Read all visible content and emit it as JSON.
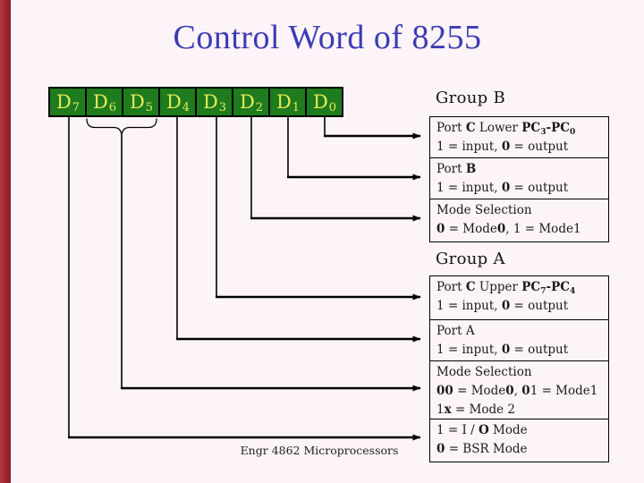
{
  "title": "Control Word of 8255",
  "footer": "Engr 4862 Microprocessors",
  "colors": {
    "background": "#FDF4F9",
    "left_bar": "#9E2430",
    "title_blue": "#3C3CB4",
    "bit_box_green": "#1E7B1E",
    "bit_label_yellow": "#E6EA55",
    "line_black": "#000000"
  },
  "bits": [
    {
      "base": "D",
      "sub": "7"
    },
    {
      "base": "D",
      "sub": "6"
    },
    {
      "base": "D",
      "sub": "5"
    },
    {
      "base": "D",
      "sub": "4"
    },
    {
      "base": "D",
      "sub": "3"
    },
    {
      "base": "D",
      "sub": "2"
    },
    {
      "base": "D",
      "sub": "1"
    },
    {
      "base": "D",
      "sub": "0"
    }
  ],
  "groups": [
    {
      "label": "Group B",
      "rows": [
        {
          "bit": "D0",
          "lines": [
            [
              {
                "t": "Port "
              },
              {
                "t": "C",
                "b": true
              },
              {
                "t": " Lower "
              },
              {
                "t": "PC",
                "b": true
              },
              {
                "t": "3",
                "b": true,
                "s": true
              },
              {
                "t": "-",
                "b": true
              },
              {
                "t": "PC",
                "b": true
              },
              {
                "t": "0",
                "b": true,
                "s": true
              }
            ],
            [
              {
                "t": "1 = input,  "
              },
              {
                "t": "0",
                "b": true
              },
              {
                "t": " = output"
              }
            ]
          ]
        },
        {
          "bit": "D1",
          "lines": [
            [
              {
                "t": "Port "
              },
              {
                "t": "B",
                "b": true
              }
            ],
            [
              {
                "t": "1 = input,  "
              },
              {
                "t": "0",
                "b": true
              },
              {
                "t": " = output"
              }
            ]
          ]
        },
        {
          "bit": "D2",
          "lines": [
            [
              {
                "t": "Mode Selection"
              }
            ],
            [
              {
                "t": "0",
                "b": true
              },
              {
                "t": " = Mode"
              },
              {
                "t": "0",
                "b": true
              },
              {
                "t": ",  1 = Mode1"
              }
            ]
          ]
        }
      ]
    },
    {
      "label": "Group A",
      "rows": [
        {
          "bit": "D3",
          "lines": [
            [
              {
                "t": "Port "
              },
              {
                "t": "C",
                "b": true
              },
              {
                "t": " Upper "
              },
              {
                "t": "PC",
                "b": true
              },
              {
                "t": "7",
                "b": true,
                "s": true
              },
              {
                "t": "-",
                "b": true
              },
              {
                "t": "PC",
                "b": true
              },
              {
                "t": "4",
                "b": true,
                "s": true
              }
            ],
            [
              {
                "t": "1 = input,  "
              },
              {
                "t": "0",
                "b": true
              },
              {
                "t": " = output"
              }
            ]
          ]
        },
        {
          "bit": "D4",
          "lines": [
            [
              {
                "t": "Port A"
              }
            ],
            [
              {
                "t": "1 = input,  "
              },
              {
                "t": "0",
                "b": true
              },
              {
                "t": " = output"
              }
            ]
          ]
        },
        {
          "bit": "D6,D5",
          "lines": [
            [
              {
                "t": "Mode Selection"
              }
            ],
            [
              {
                "t": "00",
                "b": true
              },
              {
                "t": " = Mode"
              },
              {
                "t": "0",
                "b": true
              },
              {
                "t": ",  "
              },
              {
                "t": "0",
                "b": true
              },
              {
                "t": "1 = Mode1"
              }
            ],
            [
              {
                "t": "1"
              },
              {
                "t": "x",
                "b": true
              },
              {
                "t": " = Mode 2"
              }
            ]
          ]
        },
        {
          "bit": "D7",
          "lines": [
            [
              {
                "t": "1 = I / "
              },
              {
                "t": "O",
                "b": true
              },
              {
                "t": " Mode"
              }
            ],
            [
              {
                "t": "0",
                "b": true
              },
              {
                "t": " = BSR Mode"
              }
            ]
          ]
        }
      ]
    }
  ]
}
